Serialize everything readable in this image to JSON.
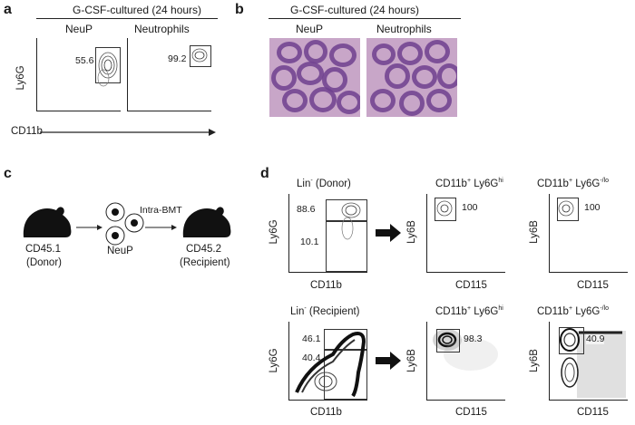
{
  "panels": {
    "a": "a",
    "b": "b",
    "c": "c",
    "d": "d"
  },
  "panel_a": {
    "header": "G-CSF-cultured (24 hours)",
    "left_title": "NeuP",
    "right_title": "Neutrophils",
    "ylabel": "Ly6G",
    "xlabel": "CD11b",
    "left_value": "55.6",
    "right_value": "99.2"
  },
  "panel_b": {
    "header": "G-CSF-cultured (24 hours)",
    "left_title": "NeuP",
    "right_title": "Neutrophils"
  },
  "panel_c": {
    "donor_line1": "CD45.1",
    "donor_line2": "(Donor)",
    "middle_label": "NeuP",
    "arrow_label": "Intra-BMT",
    "recipient_line1": "CD45.2",
    "recipient_line2": "(Recipient)"
  },
  "panel_d": {
    "row1": {
      "title1_main": "Lin",
      "title1_sup": "-",
      "title1_tail": " (Donor)",
      "title2_main": "CD11b",
      "title2_sup1": "+",
      "title2_mid": " Ly6G",
      "title2_sup2": "hi",
      "title3_main": "CD11b",
      "title3_sup1": "+",
      "title3_mid": " Ly6G",
      "title3_sup2": "-/lo",
      "plot1_ylabel": "Ly6G",
      "plot1_xlabel": "CD11b",
      "plot1_upper": "88.6",
      "plot1_lower": "10.1",
      "plot2_ylabel": "Ly6B",
      "plot2_xlabel": "CD115",
      "plot2_value": "100",
      "plot3_ylabel": "Ly6B",
      "plot3_xlabel": "CD115",
      "plot3_value": "100"
    },
    "row2": {
      "title1_main": "Lin",
      "title1_sup": "-",
      "title1_tail": " (Recipient)",
      "title2_main": "CD11b",
      "title2_sup1": "+",
      "title2_mid": " Ly6G",
      "title2_sup2": "hi",
      "title3_main": "CD11b",
      "title3_sup1": "+",
      "title3_mid": " Ly6G",
      "title3_sup2": "-/lo",
      "plot1_ylabel": "Ly6G",
      "plot1_xlabel": "CD11b",
      "plot1_upper": "46.1",
      "plot1_lower": "40.4",
      "plot2_ylabel": "Ly6B",
      "plot2_xlabel": "CD115",
      "plot2_value": "98.3",
      "plot3_ylabel": "Ly6B",
      "plot3_xlabel": "CD115",
      "plot3_value": "40.9"
    }
  }
}
